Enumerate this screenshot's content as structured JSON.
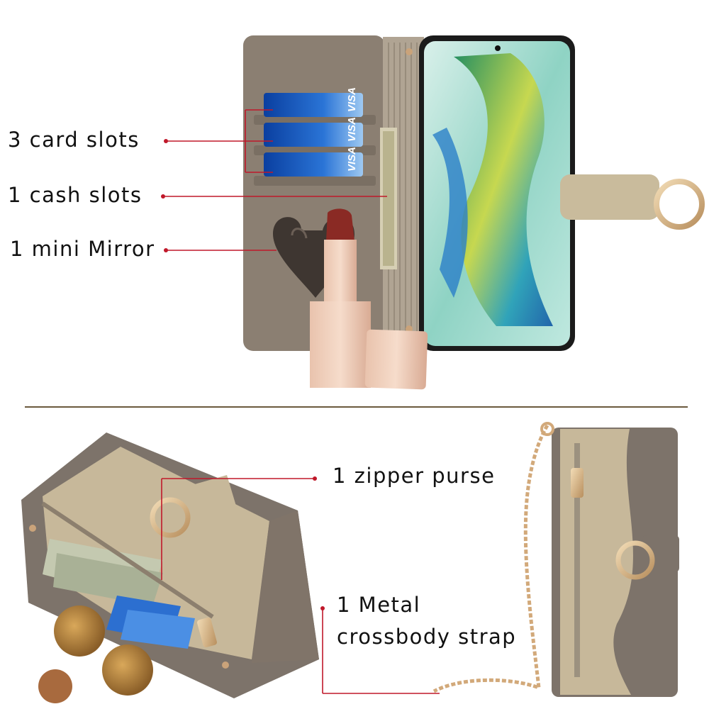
{
  "callouts": {
    "card_slots": "3 card slots",
    "cash_slots": "1 cash slots",
    "mirror": "1 mini Mirror",
    "zipper_purse": "1 zipper purse",
    "strap_line1": "1 Metal",
    "strap_line2": "crossbody strap"
  },
  "card_brand": "VISA",
  "colors": {
    "callout_line": "#c0182a",
    "divider": "#6b5a3e",
    "leather_grey": "#8b7f72",
    "leather_khaki": "#c9bb9c",
    "ring_gold": "#d8b888"
  }
}
